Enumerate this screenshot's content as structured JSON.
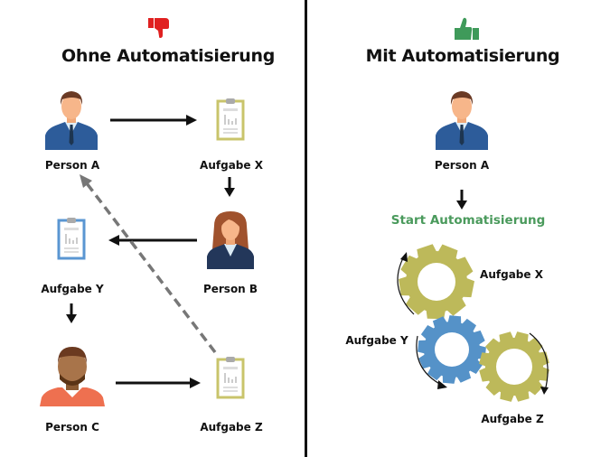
{
  "left_panel": {
    "title": "Ohne Automatisierung",
    "title_icon": "thumbs-down-icon",
    "title_icon_color": "#e02020",
    "nodes": {
      "person_a": "Person A",
      "task_x": "Aufgabe  X",
      "person_b": "Person B",
      "task_y": "Aufgabe  Y",
      "person_c": "Person C",
      "task_z": "Aufgabe  Z"
    },
    "flow": [
      {
        "from": "Person A",
        "to": "Aufgabe X",
        "style": "solid"
      },
      {
        "from": "Aufgabe X",
        "to": "Person B",
        "style": "solid"
      },
      {
        "from": "Person B",
        "to": "Aufgabe Y",
        "style": "solid"
      },
      {
        "from": "Aufgabe Y",
        "to": "Person C",
        "style": "solid"
      },
      {
        "from": "Person C",
        "to": "Aufgabe Z",
        "style": "solid"
      },
      {
        "from": "Aufgabe Z",
        "to": "Person A",
        "style": "dashed"
      }
    ]
  },
  "right_panel": {
    "title": "Mit Automatisierung",
    "title_icon": "thumbs-up-icon",
    "title_icon_color": "#3f9a5a",
    "person_a": "Person A",
    "start_label": "Start Automatisierung",
    "gears": {
      "task_x": "Aufgabe  X",
      "task_y": "Aufgabe  Y",
      "task_z": "Aufgabe  Z"
    }
  },
  "colors": {
    "gear_olive": "#bdb95a",
    "gear_blue": "#5592c8",
    "clipboard_olive": "#c9c46b",
    "clipboard_blue": "#5a96d2",
    "suit_blue": "#2d5c9a",
    "green_text": "#4a9a5c",
    "dashed_arrow": "#777777"
  }
}
